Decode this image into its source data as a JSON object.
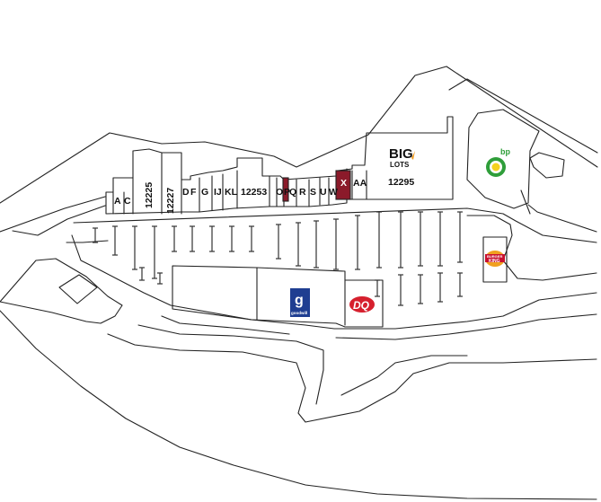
{
  "units": {
    "a": "A",
    "c": "C",
    "u12225": "12225",
    "u12227": "12227",
    "d": "D",
    "f": "F",
    "g": "G",
    "ij": "IJ",
    "kl": "KL",
    "u12253": "12253",
    "o": "O",
    "p": "P",
    "q": "Q",
    "r": "R",
    "s": "S",
    "u": "U",
    "w": "W",
    "x": "X",
    "aa": "AA",
    "u12295": "12295"
  },
  "logos": {
    "big_lots": {
      "line1": "BIG",
      "line2": "LOTS"
    },
    "bp": "bp",
    "goodwill": "goodwill",
    "dq": "DQ",
    "burger_king": {
      "line1": "BURGER",
      "line2": "KING"
    }
  },
  "colors": {
    "highlight_unit": "#8b1a2a",
    "bp_green": "#2f9e3a",
    "bp_yellow": "#f4d21f",
    "goodwill_blue": "#1f3e91",
    "dq_red": "#d6202e",
    "bk_orange": "#f0a020",
    "bk_red": "#c8102e"
  }
}
